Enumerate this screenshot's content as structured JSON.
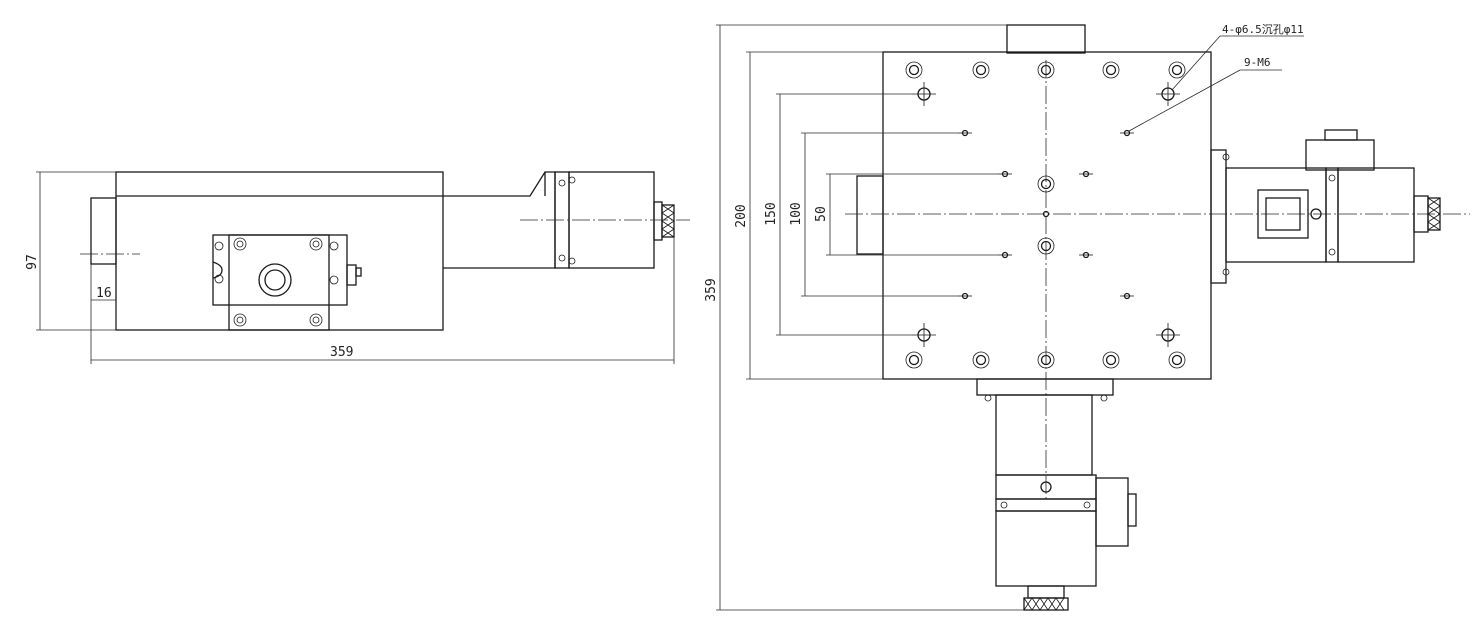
{
  "drawing": {
    "colors": {
      "line": "#1a1a1a",
      "background": "#ffffff"
    },
    "front_view": {
      "dimensions": {
        "height": "97",
        "offset": "16",
        "length": "359"
      }
    },
    "top_view": {
      "dimensions": {
        "overall": "359",
        "d200": "200",
        "d150": "150",
        "d100": "100",
        "d50": "50"
      },
      "callouts": {
        "holes": "4-φ6.5沉孔φ11",
        "tapped": "9-M6"
      }
    }
  }
}
